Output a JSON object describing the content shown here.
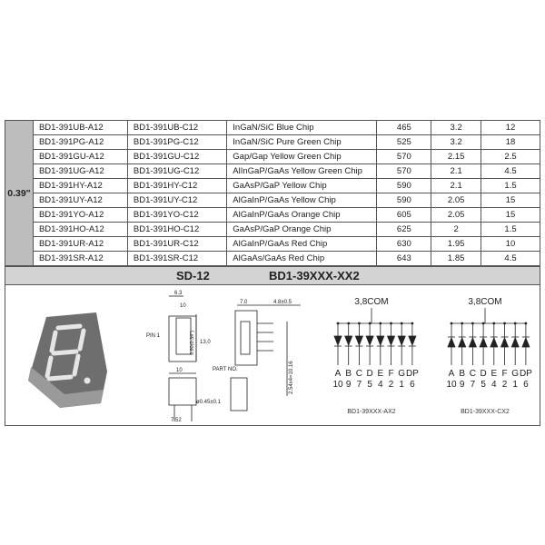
{
  "table": {
    "size_label": "0.39\"",
    "rows": [
      [
        "BD1-391UB-A12",
        "BD1-391UB-C12",
        "InGaN/SiC  Blue Chip",
        "465",
        "3.2",
        "12"
      ],
      [
        "BD1-391PG-A12",
        "BD1-391PG-C12",
        "InGaN/SiC Pure Green Chip",
        "525",
        "3.2",
        "18"
      ],
      [
        "BD1-391GU-A12",
        "BD1-391GU-C12",
        "Gap/Gap Yellow Green  Chip",
        "570",
        "2.15",
        "2.5"
      ],
      [
        "BD1-391UG-A12",
        "BD1-391UG-C12",
        "AlInGaP/GaAs Yellow Green Chip",
        "570",
        "2.1",
        "4.5"
      ],
      [
        "BD1-391HY-A12",
        "BD1-391HY-C12",
        "GaAsP/GaP Yellow  Chip",
        "590",
        "2.1",
        "1.5"
      ],
      [
        "BD1-391UY-A12",
        "BD1-391UY-C12",
        "AlGaInP/GaAs Yellow  Chip",
        "590",
        "2.05",
        "15"
      ],
      [
        "BD1-391YO-A12",
        "BD1-391YO-C12",
        "AlGaInP/GaAs Orange  Chip",
        "605",
        "2.05",
        "15"
      ],
      [
        "BD1-391HO-A12",
        "BD1-391HO-C12",
        "GaAsP/GaP Orange  Chip",
        "625",
        "2",
        "1.5"
      ],
      [
        "BD1-391UR-A12",
        "BD1-391UR-C12",
        "AlGaInP/GaAs Red  Chip",
        "630",
        "1.95",
        "10"
      ],
      [
        "BD1-391SR-A12",
        "BD1-391SR-C12",
        "AlGaAs/GaAs Red Chip",
        "643",
        "1.85",
        "4.5"
      ]
    ]
  },
  "section": {
    "package": "SD-12",
    "series": "BD1-39XXX-XX2"
  },
  "drawing": {
    "dims": [
      "6.3",
      "10",
      "7.0",
      "4.8±0.5",
      "13.0",
      "9.90(0.39\")",
      "10",
      "ø0.45±0.1",
      "7.52",
      "2.54x4=10.16"
    ],
    "pin1": "PIN 1",
    "part_no": "PART NO."
  },
  "schematics": [
    {
      "com": "3,8COM",
      "segments": [
        "A",
        "B",
        "C",
        "D",
        "E",
        "F",
        "G",
        "DP"
      ],
      "pins": [
        "10",
        "9",
        "7",
        "5",
        "4",
        "2",
        "1",
        "6"
      ],
      "caption": "BD1-39XXX-AX2"
    },
    {
      "com": "3,8COM",
      "segments": [
        "A",
        "B",
        "C",
        "D",
        "E",
        "F",
        "G",
        "DP"
      ],
      "pins": [
        "10",
        "9",
        "7",
        "5",
        "4",
        "2",
        "1",
        "6"
      ],
      "caption": "BD1-39XXX-CX2"
    }
  ]
}
